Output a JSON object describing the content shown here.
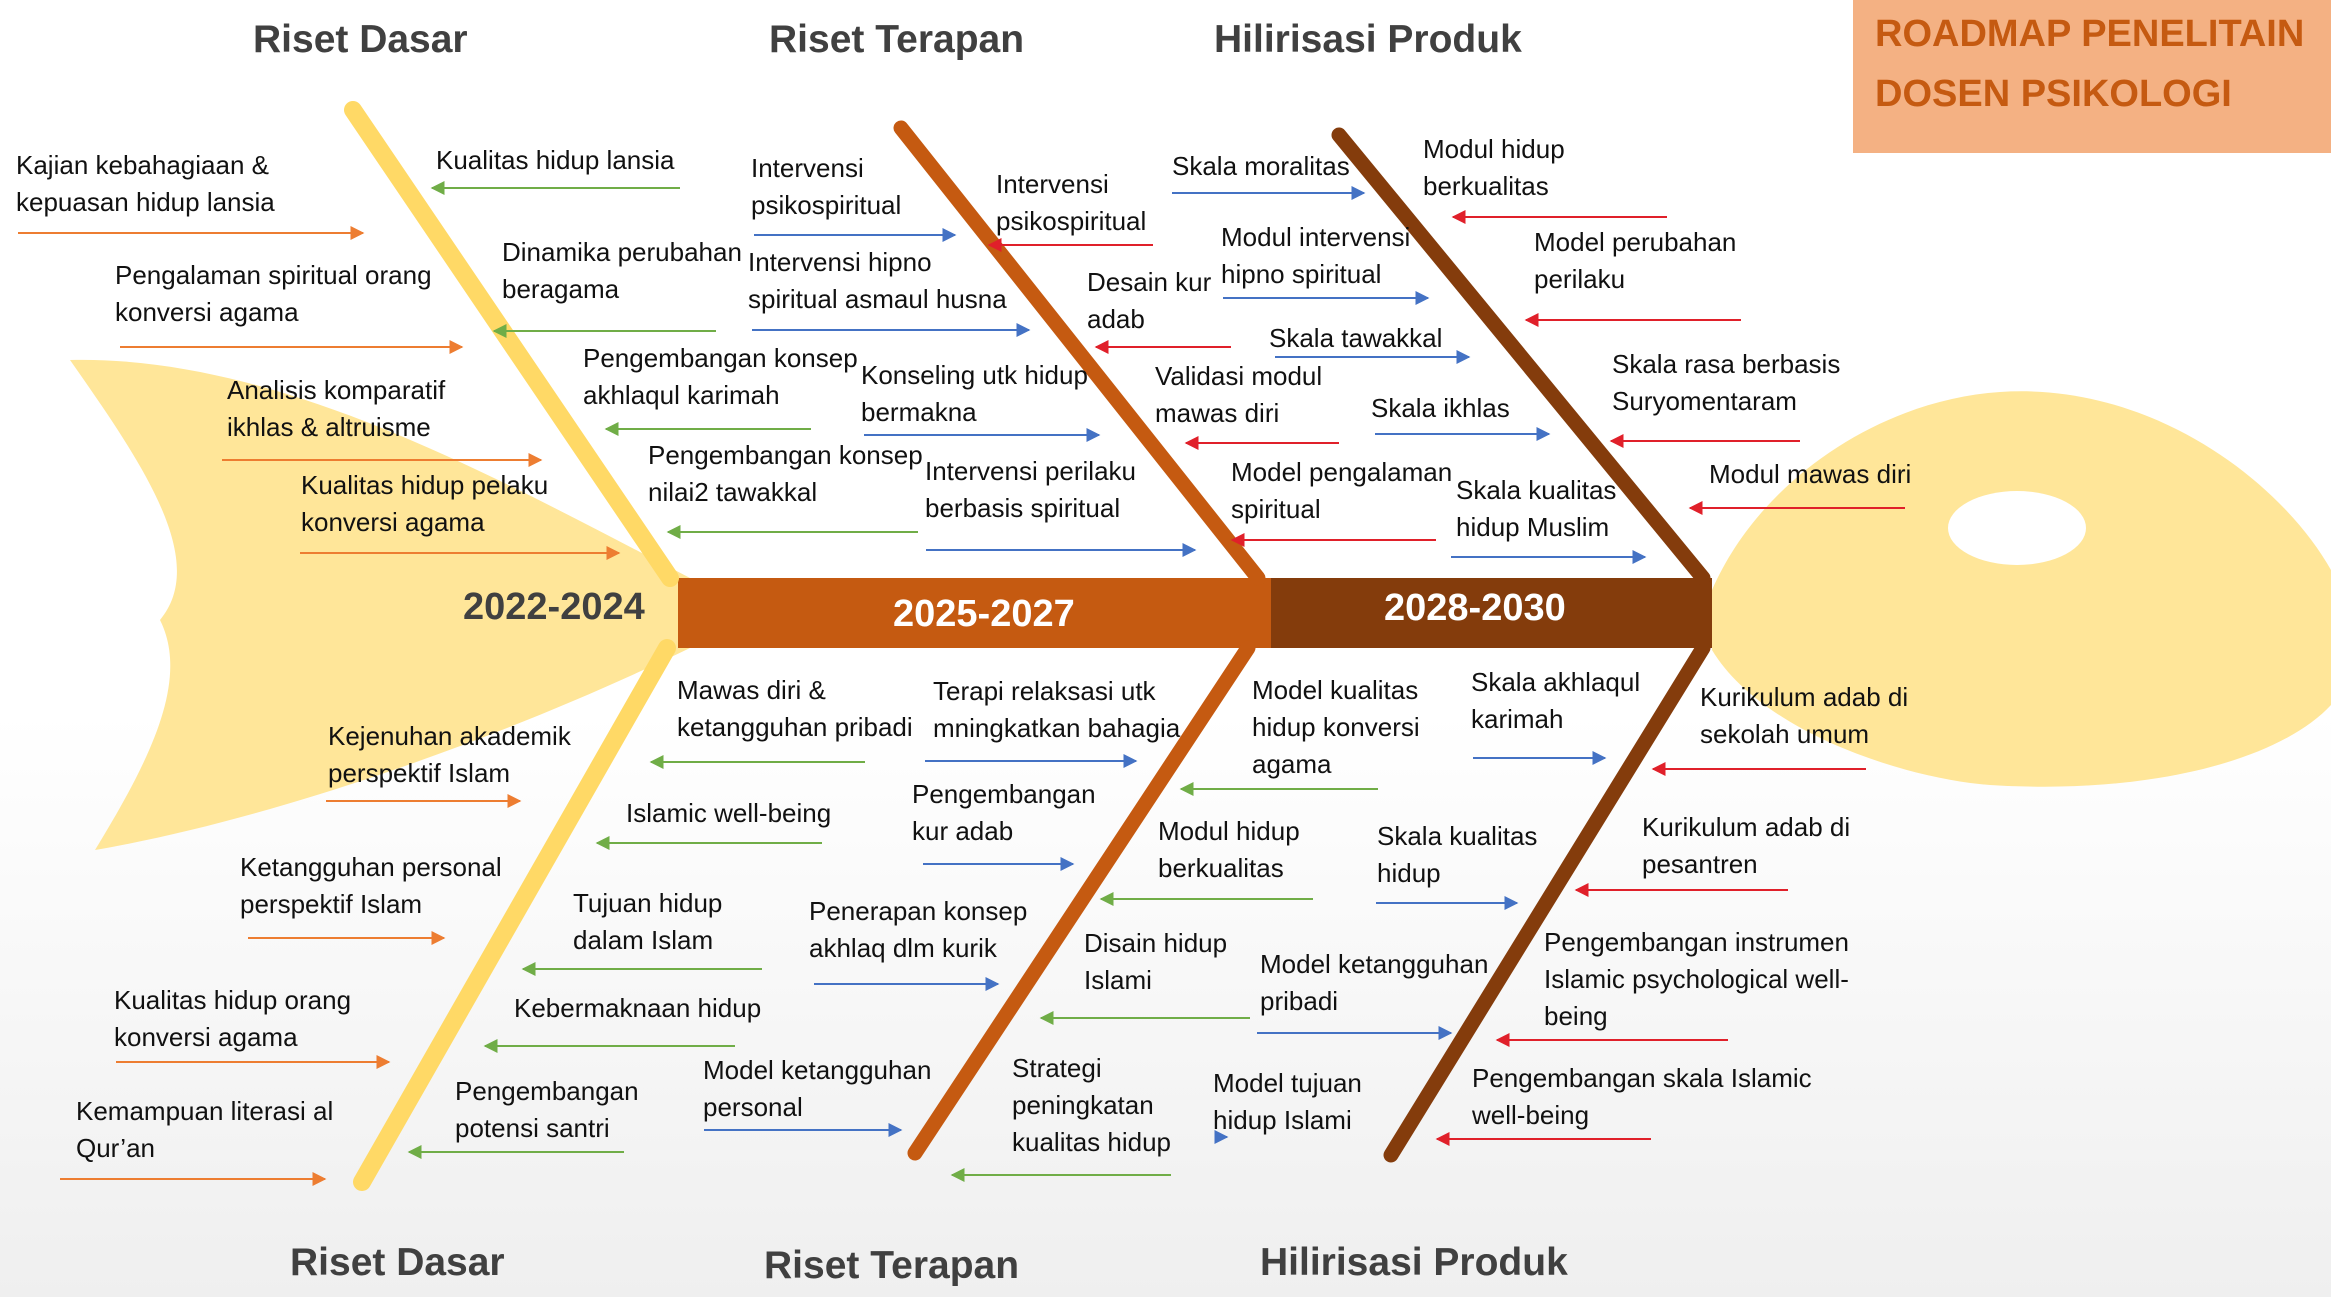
{
  "title": "ROADMAP PENELITAIN\nDOSEN PSIKOLOGI",
  "headers": {
    "top_dasar": "Riset Dasar",
    "top_terapan": "Riset Terapan",
    "top_hilirisasi": "Hilirisasi Produk",
    "bottom_dasar": "Riset Dasar",
    "bottom_terapan": "Riset Terapan",
    "bottom_hilirisasi": "Hilirisasi Produk"
  },
  "periods": [
    "2022-2024",
    "2025-2027",
    "2028-2030"
  ],
  "colors": {
    "fish_body": "#FFE699",
    "bone_dasar": "#FFD966",
    "bone_terapan": "#C55A11",
    "bone_hilirisasi": "#843C0C",
    "arrow_orange": "#ED7D31",
    "arrow_green": "#70AD47",
    "arrow_blue": "#4472C4",
    "arrow_red": "#E0202A",
    "title_box": "#F4B183",
    "title_text": "#C55A11"
  },
  "topics": {
    "dasar_top": [
      "Kajian kebahagiaan &\nkepuasan hidup lansia",
      "Kualitas hidup lansia",
      "Pengalaman spiritual orang\nkonversi agama",
      "Dinamika perubahan\nberagama",
      "Analisis komparatif\nikhlas & altruisme",
      "Pengembangan konsep\nakhlaqul karimah",
      "Kualitas hidup pelaku\nkonversi agama",
      "Pengembangan konsep\nnilai2 tawakkal"
    ],
    "terapan_top": [
      "Intervensi\npsikospiritual",
      "Intervensi\npsikospiritual",
      "Intervensi hipno\nspiritual asmaul husna",
      "Desain kur\nadab",
      "Konseling utk hidup\nbermakna",
      "Intervensi perilaku\nberbasis spiritual"
    ],
    "hilirisasi_top": [
      "Skala moralitas",
      "Modul intervensi\nhipno spiritual",
      "Skala tawakkal",
      "Validasi modul\nmawas diri",
      "Skala ikhlas",
      "Model pengalaman\nspiritual",
      "Skala kualitas\nhidup Muslim",
      "Modul hidup\nberkualitas",
      "Model perubahan\nperilaku",
      "Skala rasa berbasis\nSuryomentaram",
      "Modul mawas diri"
    ],
    "dasar_bottom": [
      "Kejenuhan akademik\nperspektif Islam",
      "Mawas diri &\nketangguhan pribadi",
      "Islamic well-being",
      "Ketangguhan personal\nperspektif Islam",
      "Tujuan hidup\ndalam Islam",
      "Kualitas hidup orang\nkonversi agama",
      "Kebermaknaan hidup",
      "Kemampuan literasi al\nQur’an",
      "Pengembangan\npotensi santri"
    ],
    "terapan_bottom": [
      "Terapi relaksasi utk\nmningkatkan bahagia",
      "Pengembangan\nkur adab",
      "Penerapan konsep\nakhlaq dlm kurik",
      "Model ketangguhan\npersonal",
      "Strategi\npeningkatan\nkualitas hidup"
    ],
    "hilirisasi_bottom": [
      "Model kualitas\nhidup konversi\nagama",
      "Modul hidup\nberkualitas",
      "Disain hidup\nIslami",
      "Model ketangguhan\npribadi",
      "Model tujuan\nhidup Islami",
      "Skala akhlaqul\nkarimah",
      "Skala kualitas\nhidup",
      "Kurikulum adab di\nsekolah umum",
      "Kurikulum adab di\npesantren",
      "Pengembangan instrumen\nIslamic psychological well-\nbeing",
      "Pengembangan skala Islamic\nwell-being"
    ]
  }
}
